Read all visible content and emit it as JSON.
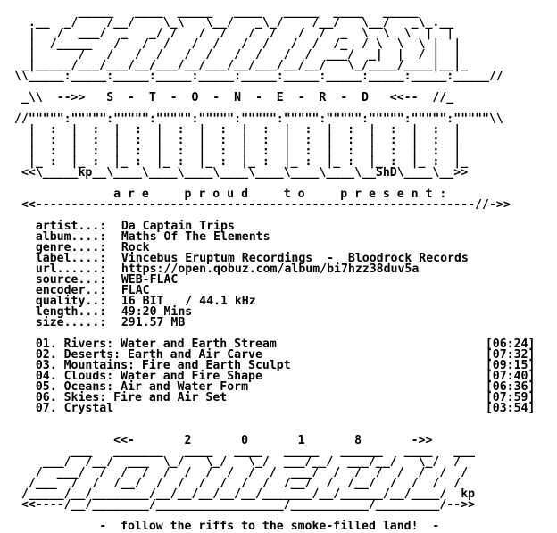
{
  "colors": {
    "background": "#ffffff",
    "text": "#000000"
  },
  "banner_top": [
    "         _____   ____  _____   ____   _____  ____   _____",
    "  .__  _/    /__/    \\_\\   \\__/   _\\_/    /__/   \\__/   _\\_.__",
    "  |   /  ___/  _   _/ /   /  /   /  /   /  /  _  \\  \\  \\  |  |",
    "  |  /_____   /   /  /   /  /   /  /   /  /  /_  / \\  \\  \\ |  |",
    "  |      /   /   /  /   /  /   /  /   /  /  ___/  _|  |  / |  |",
    " _|_____/___/___/__/___/__/___/__/___/__/__/   \\_/____/____|__|_",
    "\\\\_____:_____:_____:_____:_____:_____:_____:_____:_____:_____:_____//",
    "",
    " _\\\\  -->>   S  -  T  -  O  -  N  -  E  -  R  -  D   <<--  //_",
    "",
    "//\"\"\"\"\":\"\"\"\"\":\"\"\"\"\":\"\"\"\"\":\"\"\"\"\":\"\"\"\"\":\"\"\"\"\":\"\"\"\"\":\"\"\"\"\":\"\"\"\"\":\"\"\"\"\"\\\\",
    "  |  :  |  :  |  :  |  :  |  :  |  :  |  :  |  :  |  :  |  :  |",
    "  |  :  |  :  |  :  |  :  |  :  |  :  |  :  |  :  |  :  |  :  |",
    "  |  :  |  :  |  :  |  :  |  :  |  :  |  :  |  :  |  :  |  :  |",
    "  |_ :  |_ :  |_ :  |_ :  |_ :  |_ :  |_ :  |_ :  |_ :  |_ :  |_",
    " <<\\_____kp__\\____\\____\\____\\____\\____\\____\\____\\__ShD\\____\\__>>"
  ],
  "present_line": "              a r e     p r o u d     t o     p r e s e n t :",
  "rule_line": " <<--------------------------------------------------------------//->>",
  "info": [
    {
      "key": "artist...:",
      "value": "Da Captain Trips"
    },
    {
      "key": "album....:",
      "value": "Maths Of The Elements"
    },
    {
      "key": "genre....:",
      "value": "Rock"
    },
    {
      "key": "label....:",
      "value": "Vincebus Eruptum Recordings  -  Bloodrock Records"
    },
    {
      "key": "url......:",
      "value": "https://open.qobuz.com/album/bi7hzz38duv5a"
    },
    {
      "key": "source...:",
      "value": "WEB-FLAC"
    },
    {
      "key": "encoder..:",
      "value": "FLAC"
    },
    {
      "key": "quality..:",
      "value": "16 BIT   / 44.1 kHz"
    },
    {
      "key": "length...:",
      "value": "49:20 Mins"
    },
    {
      "key": "size.....:",
      "value": "291.57 MB"
    }
  ],
  "tracks": [
    {
      "title": "01. Rivers: Water and Earth Stream",
      "time": "[06:24]"
    },
    {
      "title": "02. Deserts: Earth and Air Carve",
      "time": "[07:32]"
    },
    {
      "title": "03. Mountains: Fire and Earth Sculpt",
      "time": "[09:15]"
    },
    {
      "title": "04. Clouds: Water and Fire Shape",
      "time": "[07:40]"
    },
    {
      "title": "05. Oceans: Air and Water Form",
      "time": "[06:36]"
    },
    {
      "title": "06. Skies: Fire and Air Set",
      "time": "[07:59]"
    },
    {
      "title": "07. Crystal",
      "time": "[03:54]"
    }
  ],
  "year_line": "              <<-       2       0       1       8       ->>",
  "banner_bottom": [
    "        ___   _______   ____   ____   _____   ______   ____   ___",
    "    ___/  /__/  ___  \\_/   \\_/   \\_/  ___/__/  ___/__/   \\_/  /",
    "   /  ___/  /  /  /  /  /  /  /  /  /  ___/  /  /  /  /  /  /  /",
    "  /___  /  /  /__/  /  /  /  /  /  /  /__/  /  /__/  /  /  /  /",
    " /_____/__/________/__/__/__/__/__/_______/__/______/__/____/  kp",
    " <<----/__/________/__________________/___________/_________/-->>"
  ],
  "footer_line": "            -  follow the riffs to the smoke-filled land!  -"
}
